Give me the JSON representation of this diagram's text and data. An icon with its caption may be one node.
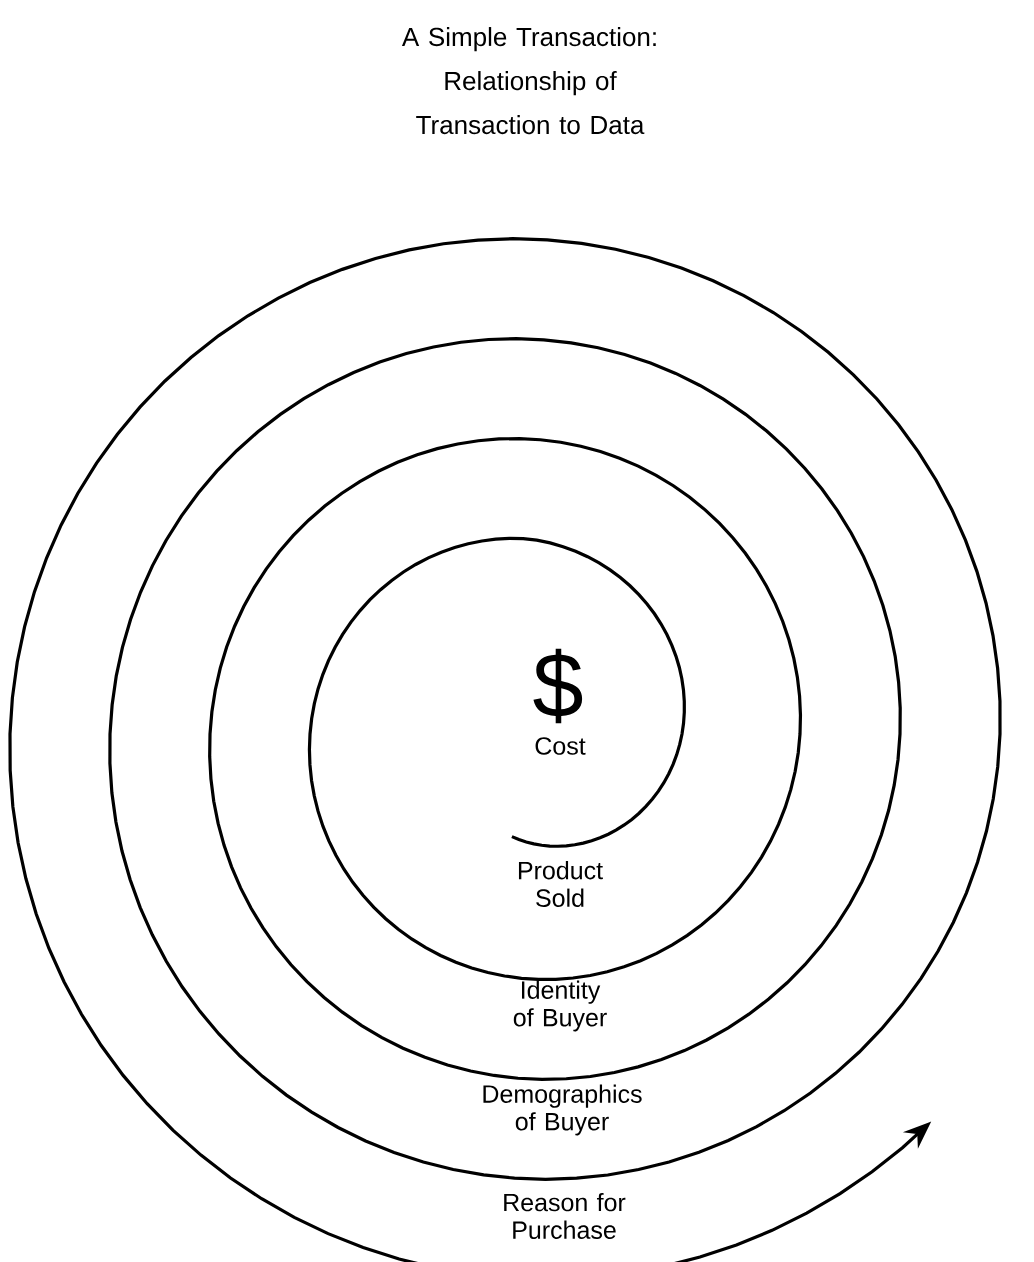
{
  "diagram": {
    "title": "A Simple Transaction: Relationship of Transaction to Data",
    "labels": [
      "$",
      "Cost",
      "Product Sold",
      "Identity of Buyer",
      "Demographics of Buyer",
      "Reason for Purchase"
    ]
  }
}
